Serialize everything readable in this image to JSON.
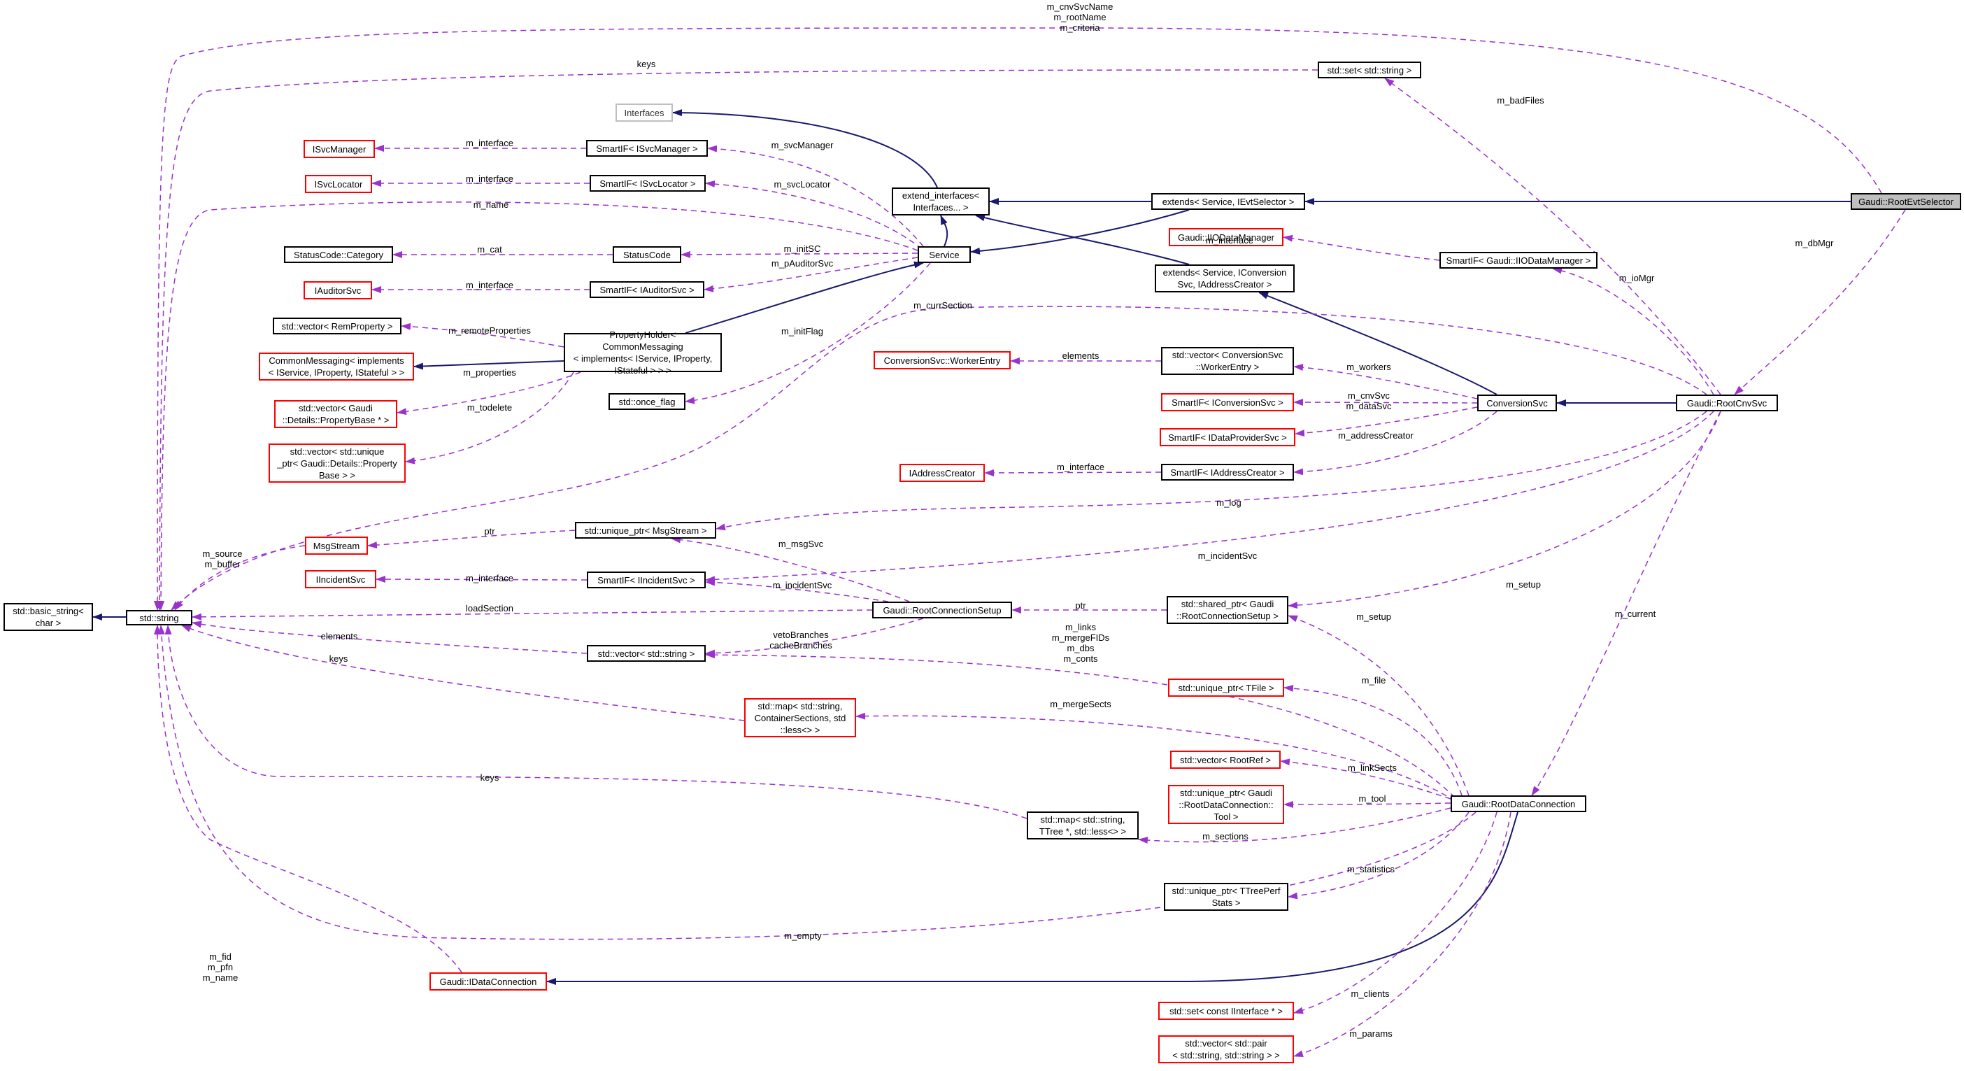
{
  "colors": {
    "inheritance": "#191970",
    "usage": "#9a32cd",
    "node_border": "#000000",
    "missing_border": "#ff0000",
    "highlight_fill": "#bfbfbf"
  },
  "nodes": {
    "std_basic_string": "std::basic_string<\nchar >",
    "std_string": "std::string",
    "isvcmanager": "ISvcManager",
    "isvclocator": "ISvcLocator",
    "statuscode_category": "StatusCode::Category",
    "iauditorsvc": "IAuditorSvc",
    "std_vector_remproperty": "std::vector< RemProperty >",
    "commonmessaging": "CommonMessaging< implements\n< IService, IProperty, IStateful > >",
    "std_vector_propertybase": "std::vector< Gaudi\n::Details::PropertyBase * >",
    "std_vector_unique_propertybase": "std::vector< std::unique\n_ptr< Gaudi::Details::Property\nBase > >",
    "msgstream": "MsgStream",
    "iincidentsvc": "IIncidentSvc",
    "gaudi_idataconnection": "Gaudi::IDataConnection",
    "interfaces": "Interfaces",
    "smartif_isvcmanager": "SmartIF< ISvcManager >",
    "smartif_isvclocator": "SmartIF< ISvcLocator >",
    "statuscode": "StatusCode",
    "smartif_iauditorsvc": "SmartIF< IAuditorSvc >",
    "propertyholder": "PropertyHolder< CommonMessaging\n< implements< IService, IProperty,\nIStateful > > >",
    "std_once_flag": "std::once_flag",
    "std_unique_ptr_msgstream": "std::unique_ptr< MsgStream >",
    "smartif_iincidentsvc": "SmartIF< IIncidentSvc >",
    "std_vector_string": "std::vector< std::string >",
    "std_map_containersections": "std::map< std::string,\nContainerSections, std\n::less<> >",
    "extend_interfaces": "extend_interfaces<\nInterfaces... >",
    "service": "Service",
    "gaudi_rootconnectionsetup": "Gaudi::RootConnectionSetup",
    "std_map_ttree": "std::map< std::string,\nTTree *, std::less<> >",
    "std_set_string": "std::set< std::string >",
    "extends_ievtselector": "extends< Service, IEvtSelector >",
    "gaudi_iiodatamanager": "Gaudi::IIODataManager",
    "extends_iconversion": "extends< Service, IConversion\nSvc, IAddressCreator >",
    "conversionsvc_workerentry": "ConversionSvc::WorkerEntry",
    "std_vector_workerentry": "std::vector< ConversionSvc\n::WorkerEntry >",
    "smartif_iconversionsvc": "SmartIF< IConversionSvc >",
    "smartif_idataprovidersvc": "SmartIF< IDataProviderSvc >",
    "iaddresscreator": "IAddressCreator",
    "smartif_iaddresscreator": "SmartIF< IAddressCreator >",
    "std_shared_ptr_rootconnectionsetup": "std::shared_ptr< Gaudi\n::RootConnectionSetup >",
    "std_unique_ptr_tfile": "std::unique_ptr< TFile >",
    "std_vector_rootref": "std::vector< RootRef >",
    "std_unique_ptr_tool": "std::unique_ptr< Gaudi\n::RootDataConnection::\nTool >",
    "std_unique_ptr_ttreeperfstats": "std::unique_ptr< TTreePerf\nStats >",
    "std_set_iinterface": "std::set< const IInterface * >",
    "std_vector_pair": "std::vector< std::pair\n< std::string, std::string > >",
    "smartif_iiodatamanager": "SmartIF< Gaudi::IIODataManager >",
    "conversionsvc": "ConversionSvc",
    "gaudi_rootcnvsvc": "Gaudi::RootCnvSvc",
    "gaudi_rootdataconnection": "Gaudi::RootDataConnection",
    "gaudi_rootevtselector": "Gaudi::RootEvtSelector"
  },
  "edge_labels": {
    "top_names": "m_cnvSvcName\nm_rootName\nm_criteria",
    "keys_top": "keys",
    "m_interface": "m_interface",
    "m_svcManager": "m_svcManager",
    "m_svcLocator": "m_svcLocator",
    "m_name": "m_name",
    "m_cat": "m_cat",
    "m_initSC": "m_initSC",
    "m_pAuditorSvc": "m_pAuditorSvc",
    "m_remoteProperties": "m_remoteProperties",
    "m_properties": "m_properties",
    "m_todelete": "m_todelete",
    "m_initFlag": "m_initFlag",
    "m_currSection": "m_currSection",
    "elements": "elements",
    "m_workers": "m_workers",
    "m_cnvSvc_dataSvc": "m_cnvSvc\nm_dataSvc",
    "m_addressCreator": "m_addressCreator",
    "m_log": "m_log",
    "ptr": "ptr",
    "m_msgSvc": "m_msgSvc",
    "m_incidentSvc": "m_incidentSvc",
    "m_source_buffer": "m_source\nm_buffer",
    "loadSection": "loadSection",
    "m_setup": "m_setup",
    "m_links_block": "m_links\nm_mergeFIDs\nm_dbs\nm_conts",
    "vetoBranches_cacheBranches": "vetoBranches\ncacheBranches",
    "keys": "keys",
    "m_file": "m_file",
    "m_mergeSects": "m_mergeSects",
    "m_linkSects": "m_linkSects",
    "m_tool": "m_tool",
    "m_sections": "m_sections",
    "m_statistics": "m_statistics",
    "m_empty": "m_empty",
    "m_fid_pfn_name": "m_fid\nm_pfn\nm_name",
    "m_clients": "m_clients",
    "m_params": "m_params",
    "m_badFiles": "m_badFiles",
    "m_ioMgr": "m_ioMgr",
    "m_dbMgr": "m_dbMgr",
    "m_current": "m_current"
  }
}
